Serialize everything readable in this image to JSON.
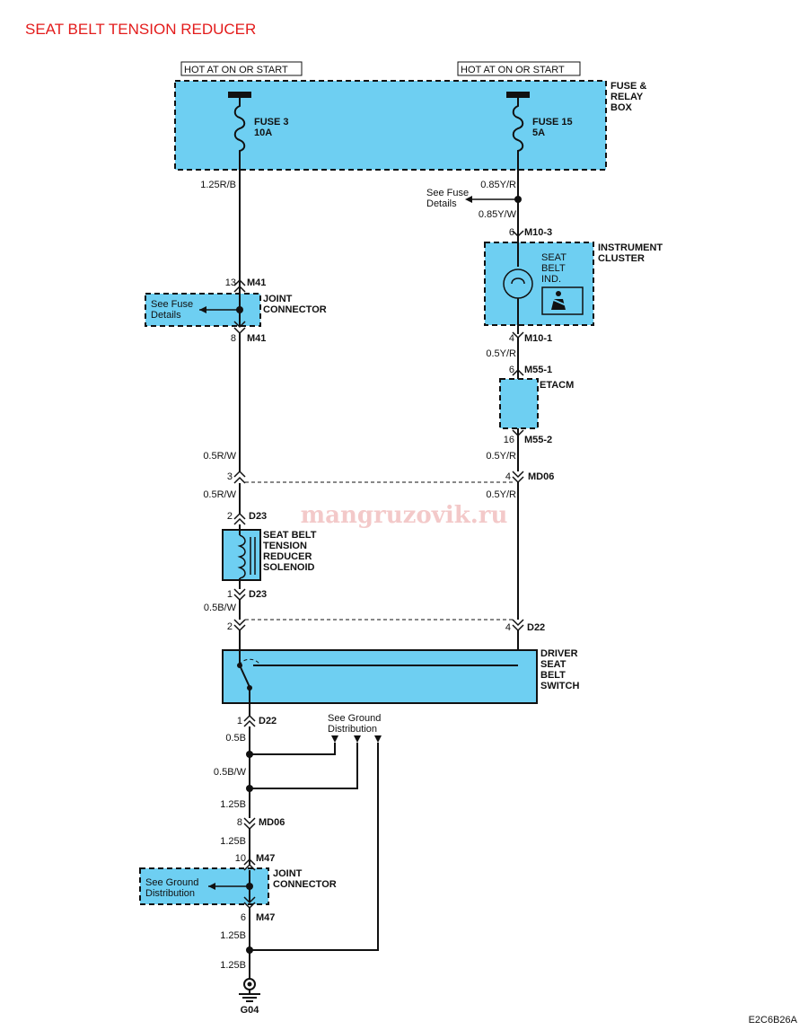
{
  "title": "SEAT BELT TENSION REDUCER",
  "title_color": "#e31b1b",
  "component_color": "#6ecff2",
  "watermark": "mangruzovik.ru",
  "diagram_code": "E2C6B26A",
  "hot_left": "HOT AT ON OR START",
  "hot_right": "HOT AT ON OR START",
  "fuse_box": {
    "line1": "FUSE &",
    "line2": "RELAY",
    "line3": "BOX"
  },
  "fuse3": {
    "name": "FUSE 3",
    "rating": "10A"
  },
  "fuse15": {
    "name": "FUSE 15",
    "rating": "5A"
  },
  "wires": {
    "w_125rb": "1.25R/B",
    "w_085yr_top": "0.85Y/R",
    "w_085yw": "0.85Y/W",
    "w_05yr_1": "0.5Y/R",
    "w_05yr_2": "0.5Y/R",
    "w_05yr_3": "0.5Y/R",
    "w_05rw_1": "0.5R/W",
    "w_05rw_2": "0.5R/W",
    "w_05bw_1": "0.5B/W",
    "w_05b": "0.5B",
    "w_05bw_2": "0.5B/W",
    "w_125b_1": "1.25B",
    "w_125b_2": "1.25B",
    "w_125b_3": "1.25B",
    "w_125b_4": "1.25B"
  },
  "see_fuse_right": {
    "line1": "See Fuse",
    "line2": "Details"
  },
  "see_fuse_left": {
    "line1": "See Fuse",
    "line2": "Details"
  },
  "see_ground_mid": {
    "line1": "See Ground",
    "line2": "Distribution"
  },
  "see_ground_left": {
    "line1": "See Ground",
    "line2": "Distribution"
  },
  "connectors": {
    "m10_3": {
      "pin": "6",
      "name": "M10-3"
    },
    "m10_1": {
      "pin": "4",
      "name": "M10-1"
    },
    "m55_1": {
      "pin": "6",
      "name": "M55-1"
    },
    "m55_2": {
      "pin": "16",
      "name": "M55-2"
    },
    "m41_top": {
      "pin": "13",
      "name": "M41"
    },
    "m41_bot": {
      "pin": "8",
      "name": "M41"
    },
    "md06_left_pin": "3",
    "md06_right": {
      "pin": "4",
      "name": "MD06"
    },
    "d23_top": {
      "pin": "2",
      "name": "D23"
    },
    "d23_bot": {
      "pin": "1",
      "name": "D23"
    },
    "d22_left_pin": "2",
    "d22_right": {
      "pin": "4",
      "name": "D22"
    },
    "d22_bottom": {
      "pin": "1",
      "name": "D22"
    },
    "md06_bottom": {
      "pin": "8",
      "name": "MD06"
    },
    "m47_top": {
      "pin": "10",
      "name": "M47"
    },
    "m47_bot": {
      "pin": "6",
      "name": "M47"
    }
  },
  "joint_connector_top": {
    "line1": "JOINT",
    "line2": "CONNECTOR"
  },
  "joint_connector_bottom": {
    "line1": "JOINT",
    "line2": "CONNECTOR"
  },
  "instrument_cluster": {
    "line1": "INSTRUMENT",
    "line2": "CLUSTER"
  },
  "seat_belt_ind": {
    "line1": "SEAT",
    "line2": "BELT",
    "line3": "IND."
  },
  "etacm": "ETACM",
  "solenoid": {
    "line1": "SEAT BELT",
    "line2": "TENSION",
    "line3": "REDUCER",
    "line4": "SOLENOID"
  },
  "driver_switch": {
    "line1": "DRIVER",
    "line2": "SEAT",
    "line3": "BELT",
    "line4": "SWITCH"
  },
  "ground": "G04"
}
